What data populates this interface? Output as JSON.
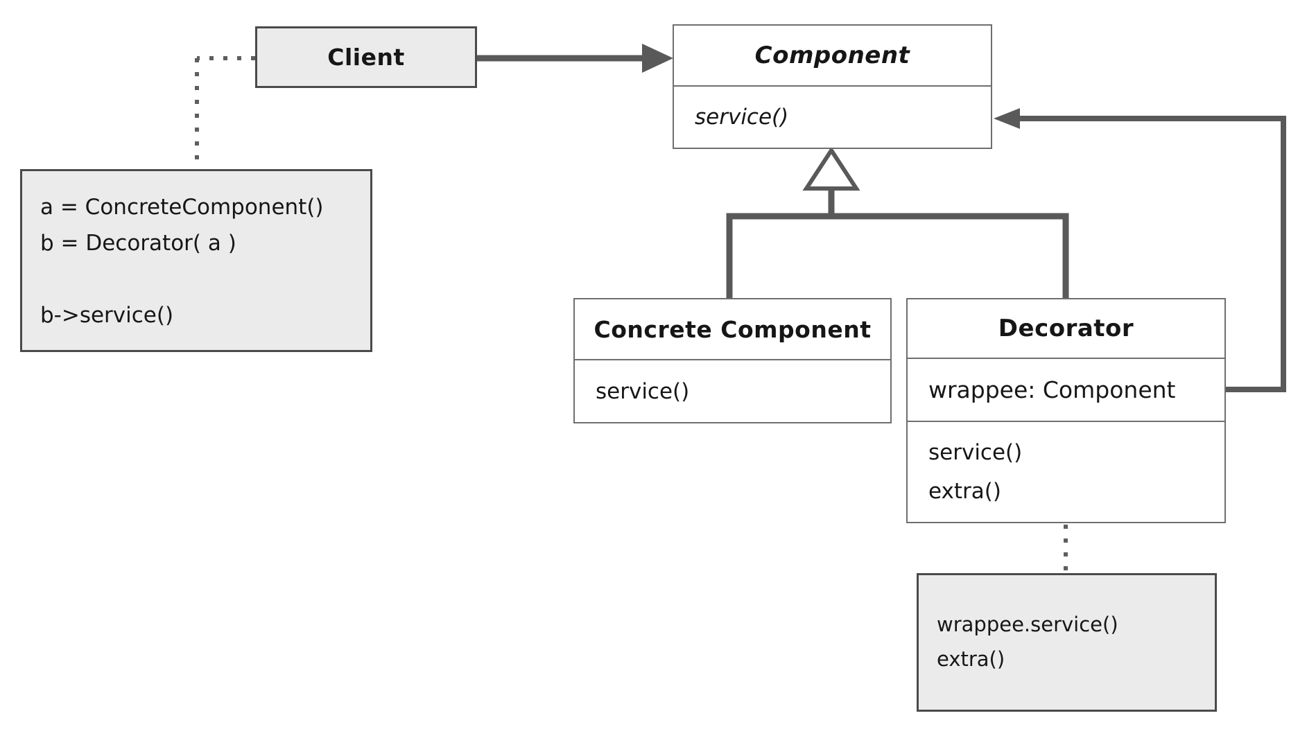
{
  "colors": {
    "connector": "#595959",
    "class_border": "#6e6e6e",
    "class_fill": "#ffffff",
    "note_fill": "#ebebeb",
    "note_border": "#4a4a4a"
  },
  "client": {
    "label": "Client"
  },
  "client_note": {
    "lines": [
      "a = ConcreteComponent()",
      "b = Decorator( a )",
      "",
      "b->service()"
    ]
  },
  "classes": {
    "component": {
      "name": "Component",
      "methods": [
        "service()"
      ]
    },
    "concrete_component": {
      "name": "Concrete Component",
      "methods": [
        "service()"
      ]
    },
    "decorator": {
      "name": "Decorator",
      "attributes": [
        "wrappee: Component"
      ],
      "methods": [
        "service()",
        "extra()"
      ]
    }
  },
  "decorator_note": {
    "lines": [
      "wrappee.service()",
      "extra()"
    ]
  },
  "edges": [
    {
      "from": "Client",
      "to": "Component",
      "type": "arrow"
    },
    {
      "from": "Concrete Component",
      "to": "Component",
      "type": "inheritance"
    },
    {
      "from": "Decorator",
      "to": "Component",
      "type": "inheritance"
    },
    {
      "from": "Decorator.wrappee",
      "to": "Component",
      "type": "reference-arrow"
    },
    {
      "from": "Client",
      "to": "client_note",
      "type": "dotted-note-link"
    },
    {
      "from": "Decorator",
      "to": "decorator_note",
      "type": "dotted-note-link"
    }
  ]
}
